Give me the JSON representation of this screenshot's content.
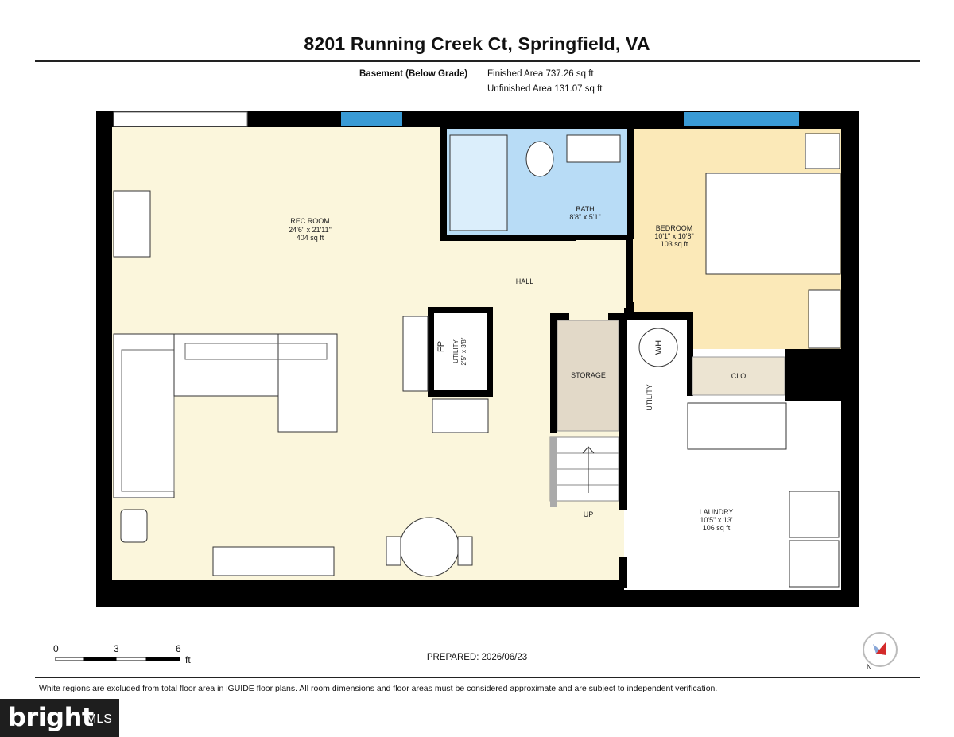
{
  "header": {
    "title": "8201 Running Creek Ct, Springfield, VA",
    "area_label": "Basement (Below Grade)",
    "finished_area": "Finished Area 737.26 sq ft",
    "unfinished_area": "Unfinished Area 131.07 sq ft"
  },
  "rooms": {
    "rec_room": {
      "name": "REC ROOM",
      "dims": "24'6\" x 21'11\"",
      "area": "404 sq ft"
    },
    "bath": {
      "name": "BATH",
      "dims": "8'8\" x 5'1\""
    },
    "bedroom": {
      "name": "BEDROOM",
      "dims": "10'1\" x 10'8\"",
      "area": "103 sq ft"
    },
    "hall": {
      "name": "HALL"
    },
    "storage": {
      "name": "STORAGE"
    },
    "utility_small": {
      "name": "UTILITY",
      "dims": "2'5\" x 3'8\""
    },
    "utility": {
      "name": "UTILITY"
    },
    "clo": {
      "name": "CLO"
    },
    "laundry": {
      "name": "LAUNDRY",
      "dims": "10'5\" x 13'",
      "area": "106 sq ft"
    },
    "stairs": {
      "label": "UP"
    },
    "fp": {
      "label": "FP"
    },
    "wh": {
      "label": "WH"
    }
  },
  "scale": {
    "zero": "0",
    "three": "3",
    "six": "6",
    "unit": "ft"
  },
  "compass": {
    "label": "N"
  },
  "prepared": "PREPARED: 2026/06/23",
  "disclaimer": "White regions are excluded from total floor area in iGUIDE floor plans. All room dimensions and floor areas must be considered approximate and are subject to independent verification.",
  "brand": {
    "word": "bright",
    "suffix": "MLS"
  },
  "colors": {
    "wall": "#000000",
    "rec_room_fill": "#fbf6dc",
    "bath_fill": "#b8dcf6",
    "bedroom_fill": "#fbe9b8",
    "storage_fill": "#e2d9c8",
    "closet_fill": "#ece4d2",
    "window": "#3a9bd5"
  }
}
